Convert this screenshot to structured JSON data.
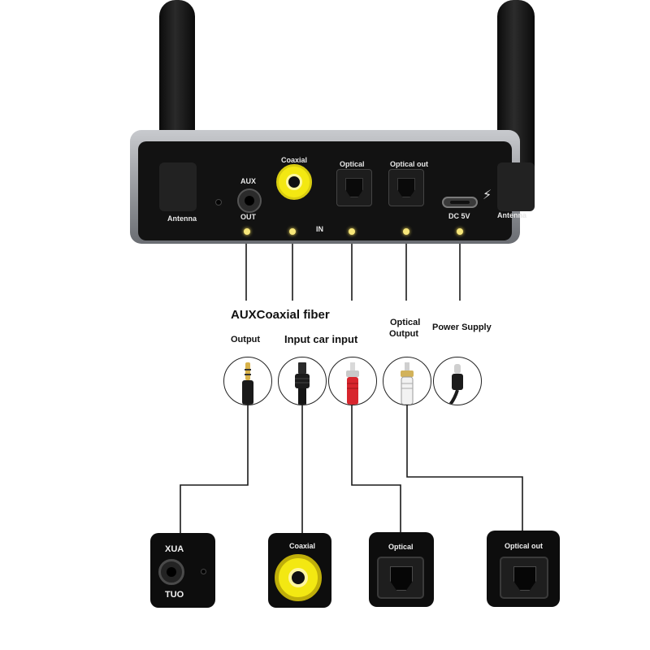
{
  "device": {
    "antenna_left": "Antenna",
    "antenna_right": "Antenna",
    "aux_label": "AUX",
    "out_label": "OUT",
    "coaxial_label": "Coaxial",
    "optical_label": "Optical",
    "optical_out_label": "Optical out",
    "dc_label": "DC 5V",
    "in_label": "IN"
  },
  "captions": {
    "aux_coaxial_fiber": "AUXCoaxial fiber",
    "output": "Output",
    "input_car_input": "Input car input",
    "optical_output_line1": "Optical",
    "optical_output_line2": "Output",
    "power_supply": "Power Supply"
  },
  "tiles": {
    "aux_mirror_top": "XUA",
    "aux_mirror_bottom": "TUO",
    "coaxial": "Coaxial",
    "optical": "Optical",
    "optical_out": "Optical out"
  },
  "colors": {
    "device_body": "#151515",
    "device_frame": "#8c8f94",
    "coax_yellow": "#f3e812",
    "led_yellow": "#f7e77a",
    "rca_red": "#d8252d",
    "wire": "#1a1a1a"
  },
  "icons": [
    "antenna-icon",
    "aux-jack-icon",
    "coaxial-jack-icon",
    "optical-port-icon",
    "usb-c-port-icon",
    "lightning-icon",
    "aux-plug-icon",
    "dc-plug-icon",
    "rca-plug-icon",
    "usb-c-plug-icon"
  ]
}
